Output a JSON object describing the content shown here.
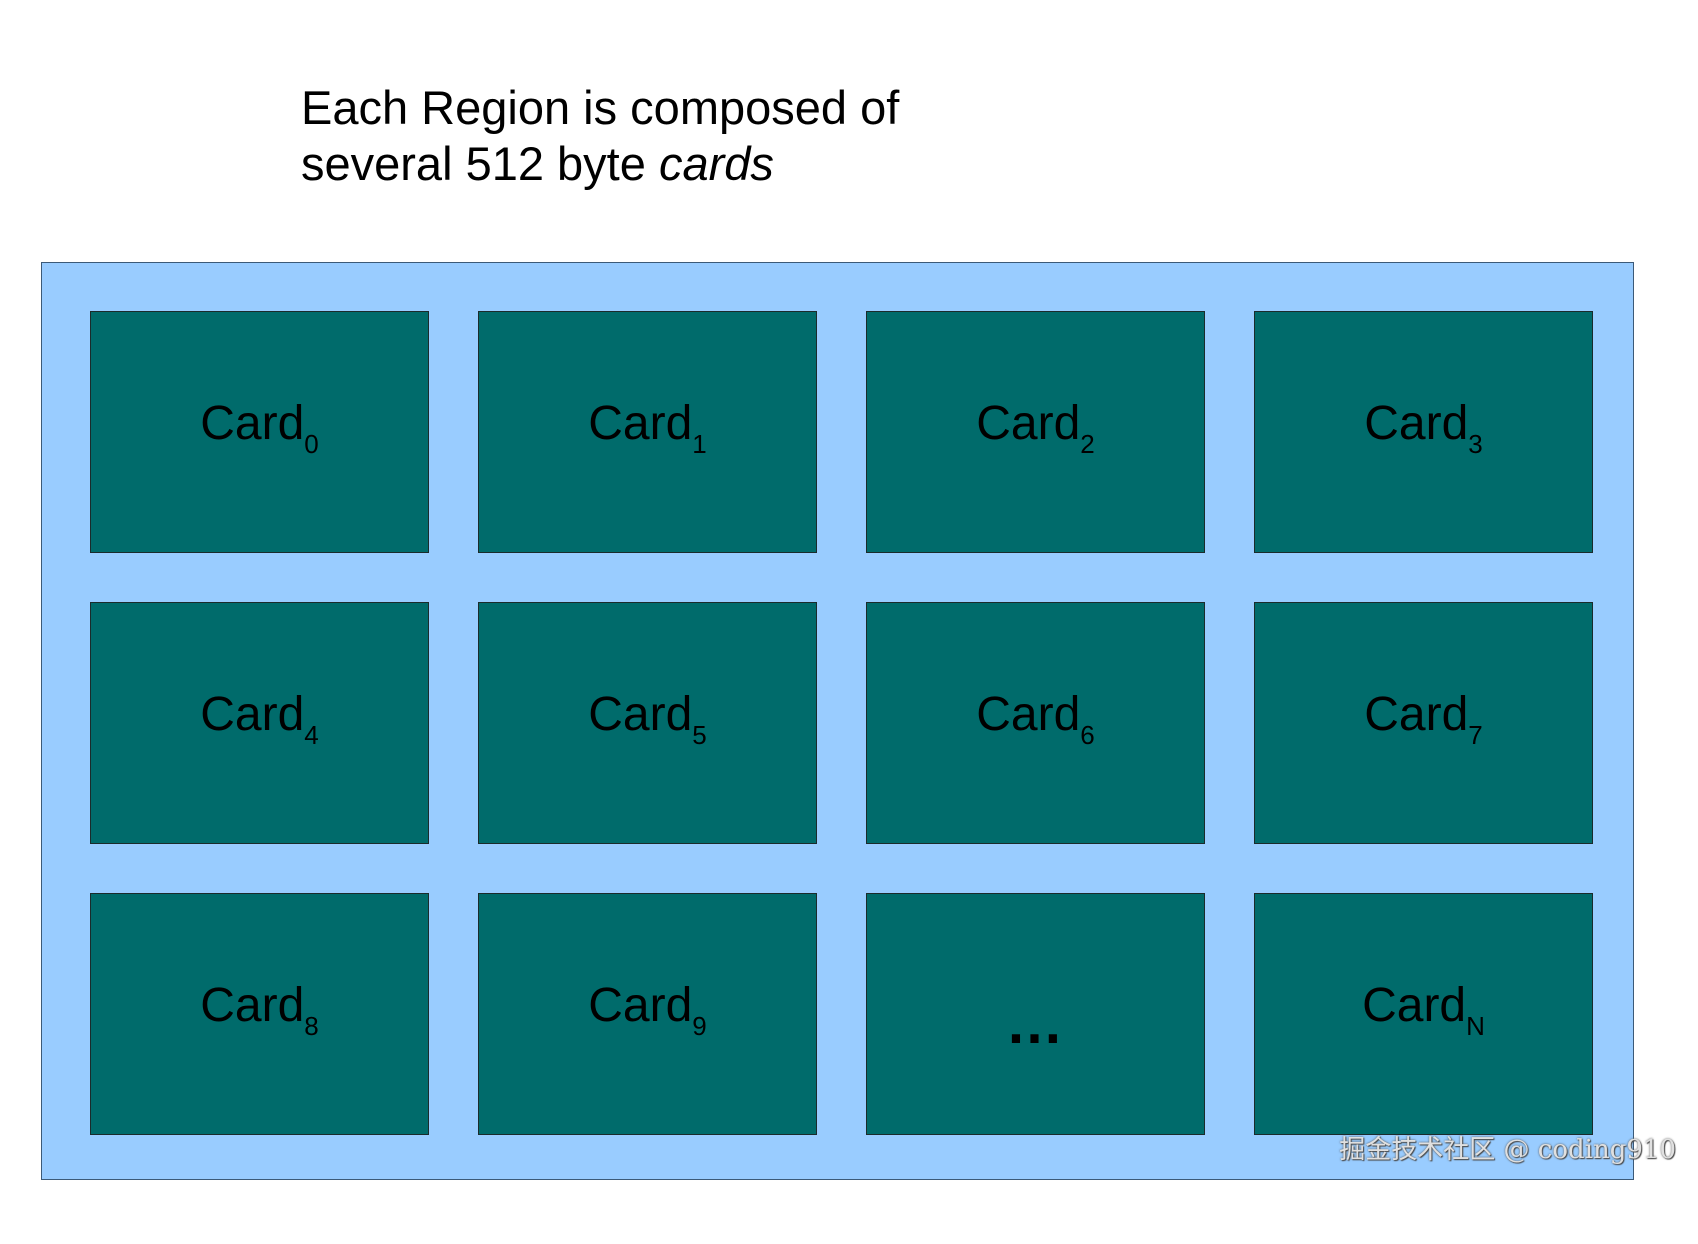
{
  "title": {
    "line1": "Each Region is composed of",
    "line2_prefix": "several 512 byte ",
    "line2_emphasis": "cards"
  },
  "colors": {
    "region_fill": "#99ccff",
    "card_fill": "#006b6b"
  },
  "cards": [
    {
      "label": "Card",
      "sub": "0"
    },
    {
      "label": "Card",
      "sub": "1"
    },
    {
      "label": "Card",
      "sub": "2"
    },
    {
      "label": "Card",
      "sub": "3"
    },
    {
      "label": "Card",
      "sub": "4"
    },
    {
      "label": "Card",
      "sub": "5"
    },
    {
      "label": "Card",
      "sub": "6"
    },
    {
      "label": "Card",
      "sub": "7"
    },
    {
      "label": "Card",
      "sub": "8"
    },
    {
      "label": "Card",
      "sub": "9"
    },
    {
      "label": "…",
      "sub": ""
    },
    {
      "label": "Card",
      "sub": "N"
    }
  ],
  "watermark": "掘金技术社区 @ coding910"
}
